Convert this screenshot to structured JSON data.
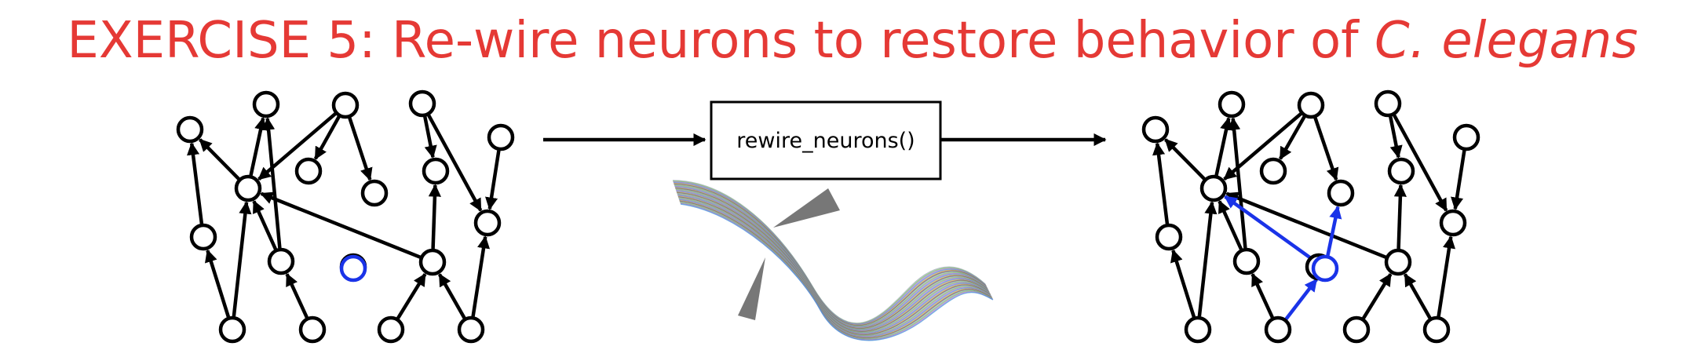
{
  "title": {
    "prefix": "EXERCISE 5: Re-wire neurons to restore behavior of ",
    "italic": "C. elegans"
  },
  "function_box": {
    "label": "rewire_neurons()"
  },
  "graph": {
    "new_neuron_color": "#1a33e8"
  },
  "worm": {
    "colors": [
      "#9aa5b1",
      "#6bbf59",
      "#b06ad9",
      "#3a8fd6",
      "#e0994a",
      "#555555"
    ]
  }
}
